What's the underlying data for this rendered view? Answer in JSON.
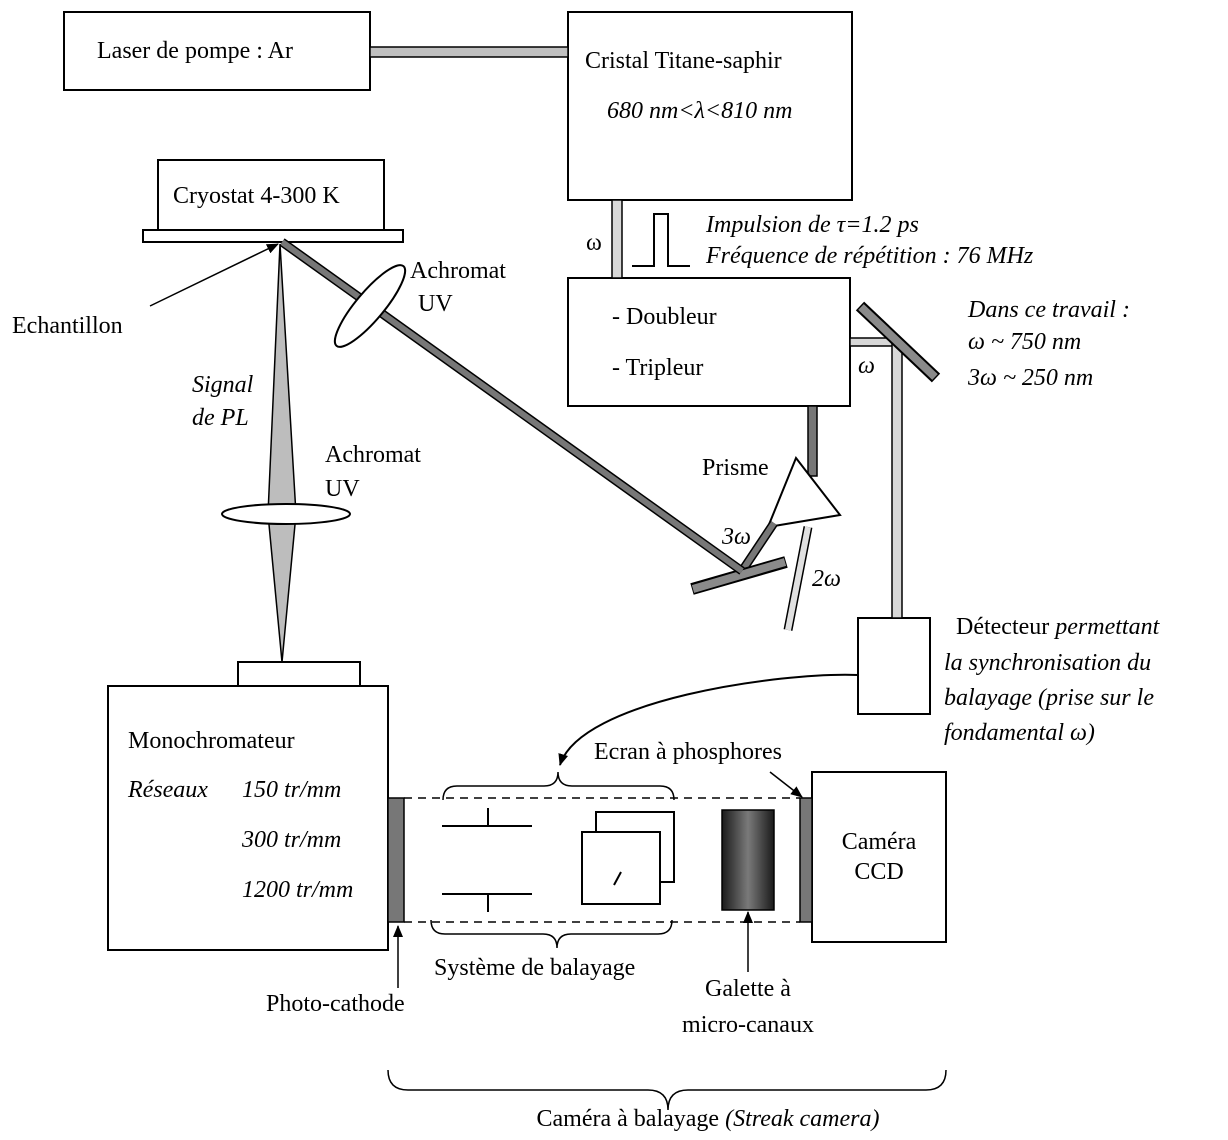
{
  "boxes": {
    "pump_laser": "Laser de pompe : Ar",
    "crystal_title": "Cristal Titane-saphir",
    "crystal_range": "680 nm<λ<810 nm",
    "cryostat": "Cryostat 4-300 K",
    "doubler": "- Doubleur",
    "tripler": "- Tripleur",
    "monochromator": "Monochromateur",
    "gratings_label": "Réseaux",
    "grating_1": "150 tr/mm",
    "grating_2": "300 tr/mm",
    "grating_3": "1200 tr/mm",
    "camera_line1": "Caméra",
    "camera_line2": "CCD"
  },
  "labels": {
    "omega": "ω",
    "pulse": "Impulsion de τ=1.2 ps",
    "repetition": "Fréquence de répétition : 76 MHz",
    "this_work": "Dans ce travail :",
    "omega_value": "ω ~ 750 nm",
    "three_omega_value": "3ω ~ 250 nm",
    "omega_mirror": "ω",
    "sample": "Echantillon",
    "achromat_top_1": "Achromat",
    "achromat_top_2": "UV",
    "signal_1": "Signal",
    "signal_2": "de PL",
    "achromat_mid_1": "Achromat",
    "achromat_mid_2": "UV",
    "prism": "Prisme",
    "three_omega": "3ω",
    "two_omega": "2ω",
    "detector_1": "Détecteur",
    "detector_1_italic": "permettant",
    "detector_2": "la synchronisation du",
    "detector_3": "balayage (prise sur le",
    "detector_4": "fondamental ω)",
    "phosphor": "Ecran à phosphores",
    "sweep_system": "Système de balayage",
    "photocathode": "Photo-cathode",
    "mcp_1": "Galette à",
    "mcp_2": "micro-canaux",
    "streak_1": "Caméra à balayage",
    "streak_2": "(Streak camera)"
  }
}
